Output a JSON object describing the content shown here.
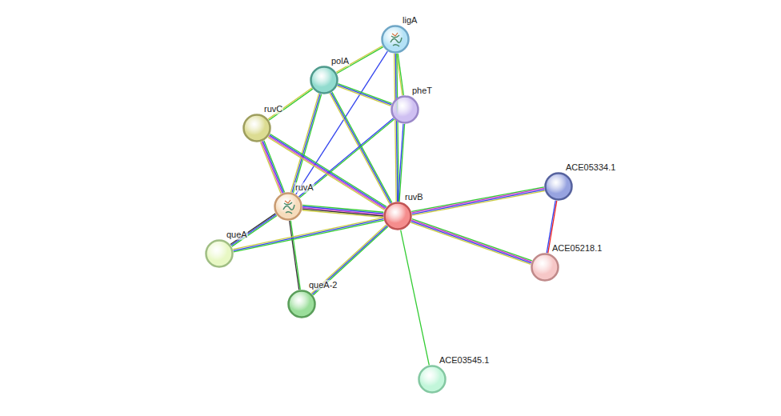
{
  "diagram": {
    "nodes": [
      {
        "text": [
          "ligA"
        ]
      },
      {
        "text": [
          "polA"
        ]
      },
      {
        "text": [
          "pheT"
        ]
      },
      {
        "text": [
          "ruvC"
        ]
      },
      {
        "text": [
          "ruvA"
        ]
      },
      {
        "text": [
          "ruvB"
        ]
      },
      {
        "text": [
          "ACE05334.1"
        ]
      },
      {
        "text": [
          "ACE05218.1"
        ]
      },
      {
        "text": [
          "queA"
        ]
      },
      {
        "text": [
          "queA-2"
        ]
      },
      {
        "text": [
          "ACE03545.1"
        ]
      }
    ],
    "edges": [
      {
        "from": 0,
        "to": 1,
        "arrow": "none"
      },
      {
        "from": 0,
        "to": 2,
        "arrow": "none"
      },
      {
        "from": 0,
        "to": 4,
        "arrow": "none"
      },
      {
        "from": 0,
        "to": 5,
        "arrow": "none"
      },
      {
        "from": 1,
        "to": 2,
        "arrow": "none"
      },
      {
        "from": 1,
        "to": 3,
        "arrow": "none"
      },
      {
        "from": 1,
        "to": 4,
        "arrow": "none"
      },
      {
        "from": 1,
        "to": 5,
        "arrow": "none"
      },
      {
        "from": 2,
        "to": 4,
        "arrow": "none"
      },
      {
        "from": 2,
        "to": 5,
        "arrow": "none"
      },
      {
        "from": 3,
        "to": 4,
        "arrow": "none"
      },
      {
        "from": 3,
        "to": 5,
        "arrow": "none"
      },
      {
        "from": 4,
        "to": 5,
        "arrow": "none"
      },
      {
        "from": 4,
        "to": 8,
        "arrow": "none"
      },
      {
        "from": 4,
        "to": 9,
        "arrow": "none"
      },
      {
        "from": 5,
        "to": 8,
        "arrow": "none"
      },
      {
        "from": 5,
        "to": 9,
        "arrow": "none"
      },
      {
        "from": 5,
        "to": 6,
        "arrow": "none"
      },
      {
        "from": 5,
        "to": 7,
        "arrow": "none"
      },
      {
        "from": 5,
        "to": 10,
        "arrow": "none"
      },
      {
        "from": 6,
        "to": 7,
        "arrow": "none"
      }
    ]
  }
}
